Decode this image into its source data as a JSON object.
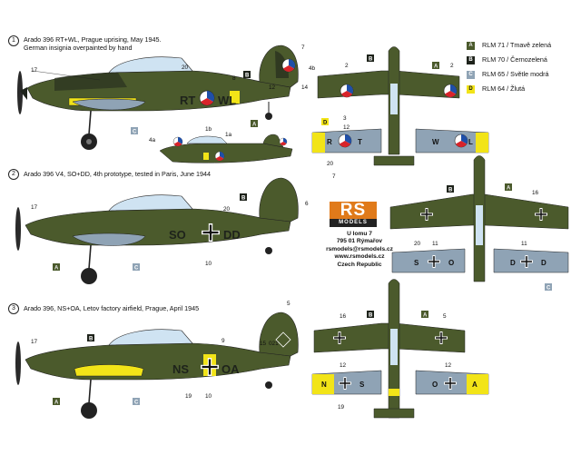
{
  "variants": [
    {
      "number": "1",
      "line1": "Arado 396 RT+WL, Prague uprising, May 1945.",
      "line2": "German insignia overpainted by hand"
    },
    {
      "number": "2",
      "line1": "Arado 396 V4, SO+DD, 4th prototype, tested in Paris, June 1944",
      "line2": ""
    },
    {
      "number": "3",
      "line1": "Arado 396, NS+OA, Letov factory airfield, Prague, April 1945",
      "line2": ""
    }
  ],
  "legend": [
    {
      "code": "A",
      "label": "RLM 71 / Tmavě zelená",
      "color": "#4b5a2c",
      "text_color": "#e8e8e8"
    },
    {
      "code": "B",
      "label": "RLM 70 / Černozelená",
      "color": "#1e231b",
      "text_color": "#ffffff"
    },
    {
      "code": "C",
      "label": "RLM 65 / Světle modrá",
      "color": "#8fa3b5",
      "text_color": "#ffffff"
    },
    {
      "code": "D",
      "label": "RLM 64 / Žlutá",
      "color": "#f2e418",
      "text_color": "#111111"
    }
  ],
  "logo": {
    "main": "RS",
    "sub": "MODELS"
  },
  "address": [
    "U lomu 7",
    "795 01 Rýmařov",
    "rsmodels@rsmodels.cz",
    "www.rsmodels.cz",
    "Czech Republic"
  ],
  "markings": {
    "v1_left": "RT",
    "v1_right": "WL",
    "v1_upper_left": "R",
    "v1_upper_right": "T",
    "v1_lower_left": "W",
    "v1_lower_right": "L",
    "v2_left": "SO",
    "v2_right": "DD",
    "v2_w1": "S",
    "v2_w2": "O",
    "v2_w3": "D",
    "v2_w4": "D",
    "v3_left": "NS",
    "v3_right": "OA",
    "v3_w1": "N",
    "v3_w2": "S",
    "v3_w3": "O",
    "v3_w4": "A",
    "v3_fin": "021"
  },
  "callouts": {
    "c1": [
      "17",
      "20",
      "7",
      "4b",
      "8",
      "12",
      "14",
      "1b",
      "4a",
      "1a"
    ],
    "c2": [
      "17",
      "20",
      "6",
      "10"
    ],
    "c3": [
      "17",
      "9",
      "5",
      "15",
      "19",
      "10"
    ],
    "top": [
      "2",
      "3",
      "12",
      "20",
      "7",
      "16",
      "11",
      "5"
    ]
  },
  "colors": {
    "dark_green": "#4b5a2c",
    "black_green": "#1e231b",
    "light_blue": "#8fa3b5",
    "yellow": "#f2e418"
  }
}
